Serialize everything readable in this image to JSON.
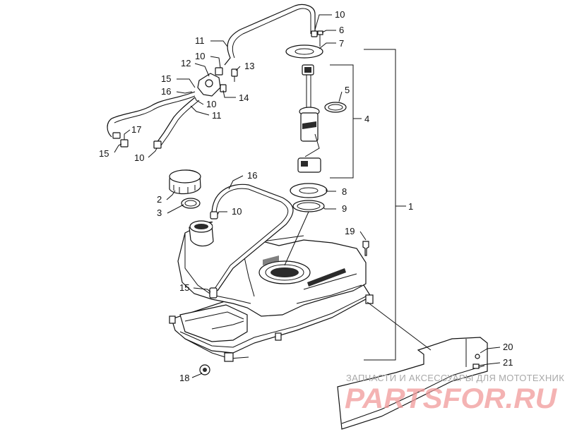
{
  "diagram": {
    "callouts": [
      {
        "id": "c10a",
        "text": "10"
      },
      {
        "id": "c6",
        "text": "6"
      },
      {
        "id": "c7",
        "text": "7"
      },
      {
        "id": "c11a",
        "text": "11"
      },
      {
        "id": "c10b",
        "text": "10"
      },
      {
        "id": "c13",
        "text": "13"
      },
      {
        "id": "c12",
        "text": "12"
      },
      {
        "id": "c15a",
        "text": "15"
      },
      {
        "id": "c16a",
        "text": "16"
      },
      {
        "id": "c14",
        "text": "14"
      },
      {
        "id": "c10c",
        "text": "10"
      },
      {
        "id": "c11b",
        "text": "11"
      },
      {
        "id": "c5",
        "text": "5"
      },
      {
        "id": "c4",
        "text": "4"
      },
      {
        "id": "c17",
        "text": "17"
      },
      {
        "id": "c15b",
        "text": "15"
      },
      {
        "id": "c10d",
        "text": "10"
      },
      {
        "id": "c16b",
        "text": "16"
      },
      {
        "id": "c2",
        "text": "2"
      },
      {
        "id": "c8",
        "text": "8"
      },
      {
        "id": "c3",
        "text": "3"
      },
      {
        "id": "c10e",
        "text": "10"
      },
      {
        "id": "c9",
        "text": "9"
      },
      {
        "id": "c1",
        "text": "1"
      },
      {
        "id": "c19",
        "text": "19"
      },
      {
        "id": "c15c",
        "text": "15"
      },
      {
        "id": "c20",
        "text": "20"
      },
      {
        "id": "c21",
        "text": "21"
      },
      {
        "id": "c18",
        "text": "18"
      }
    ]
  },
  "watermark": {
    "tagline": "ЗАПЧАСТИ И АКСЕССУАРЫ ДЛЯ МОТОТЕХНИКИ",
    "brand": "PARTSFOR.RU"
  }
}
